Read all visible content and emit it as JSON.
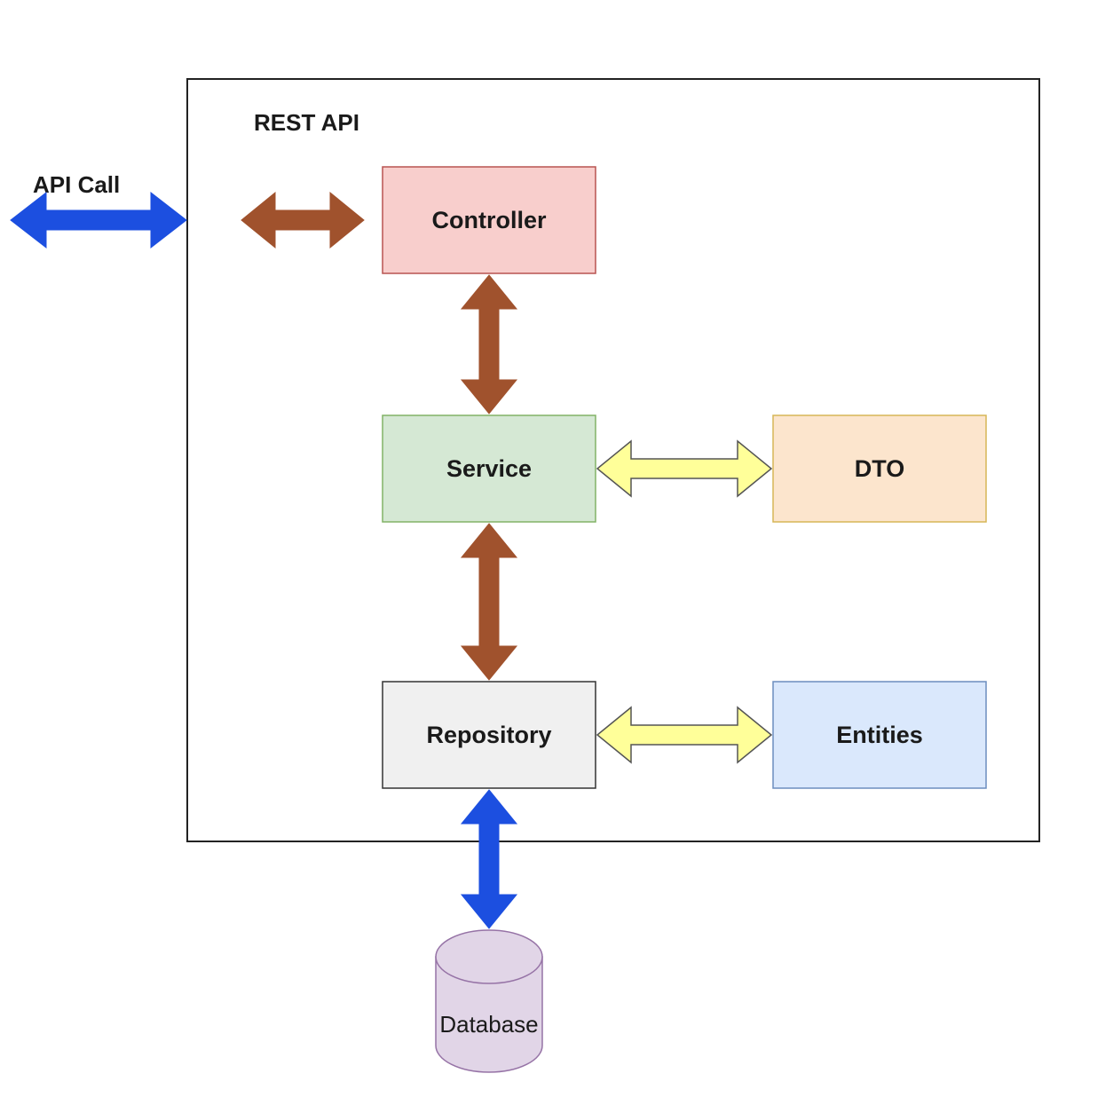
{
  "container": {
    "title": "REST API"
  },
  "external": {
    "api_call_label": "API Call"
  },
  "nodes": {
    "controller": {
      "label": "Controller"
    },
    "service": {
      "label": "Service"
    },
    "repository": {
      "label": "Repository"
    },
    "dto": {
      "label": "DTO"
    },
    "entities": {
      "label": "Entities"
    },
    "database": {
      "label": "Database"
    }
  },
  "colors": {
    "controller_fill": "#f8cecc",
    "controller_stroke": "#b85450",
    "service_fill": "#d5e8d4",
    "service_stroke": "#82b366",
    "repository_fill": "#f0f0f0",
    "repository_stroke": "#333333",
    "dto_fill": "#fce5cd",
    "dto_stroke": "#d6b656",
    "entities_fill": "#dae8fc",
    "entities_stroke": "#6c8ebf",
    "database_fill": "#e1d5e7",
    "database_stroke": "#9673a6",
    "arrow_blue": "#1c4fe0",
    "arrow_brown": "#a0522d",
    "arrow_yellow": "#ffff99",
    "arrow_yellow_stroke": "#555555"
  },
  "connections": [
    {
      "from": "external",
      "to": "container",
      "style": "blue"
    },
    {
      "from": "container-edge",
      "to": "controller",
      "style": "brown"
    },
    {
      "from": "controller",
      "to": "service",
      "style": "brown"
    },
    {
      "from": "service",
      "to": "repository",
      "style": "brown"
    },
    {
      "from": "service",
      "to": "dto",
      "style": "yellow"
    },
    {
      "from": "repository",
      "to": "entities",
      "style": "yellow"
    },
    {
      "from": "repository",
      "to": "database",
      "style": "blue"
    }
  ]
}
